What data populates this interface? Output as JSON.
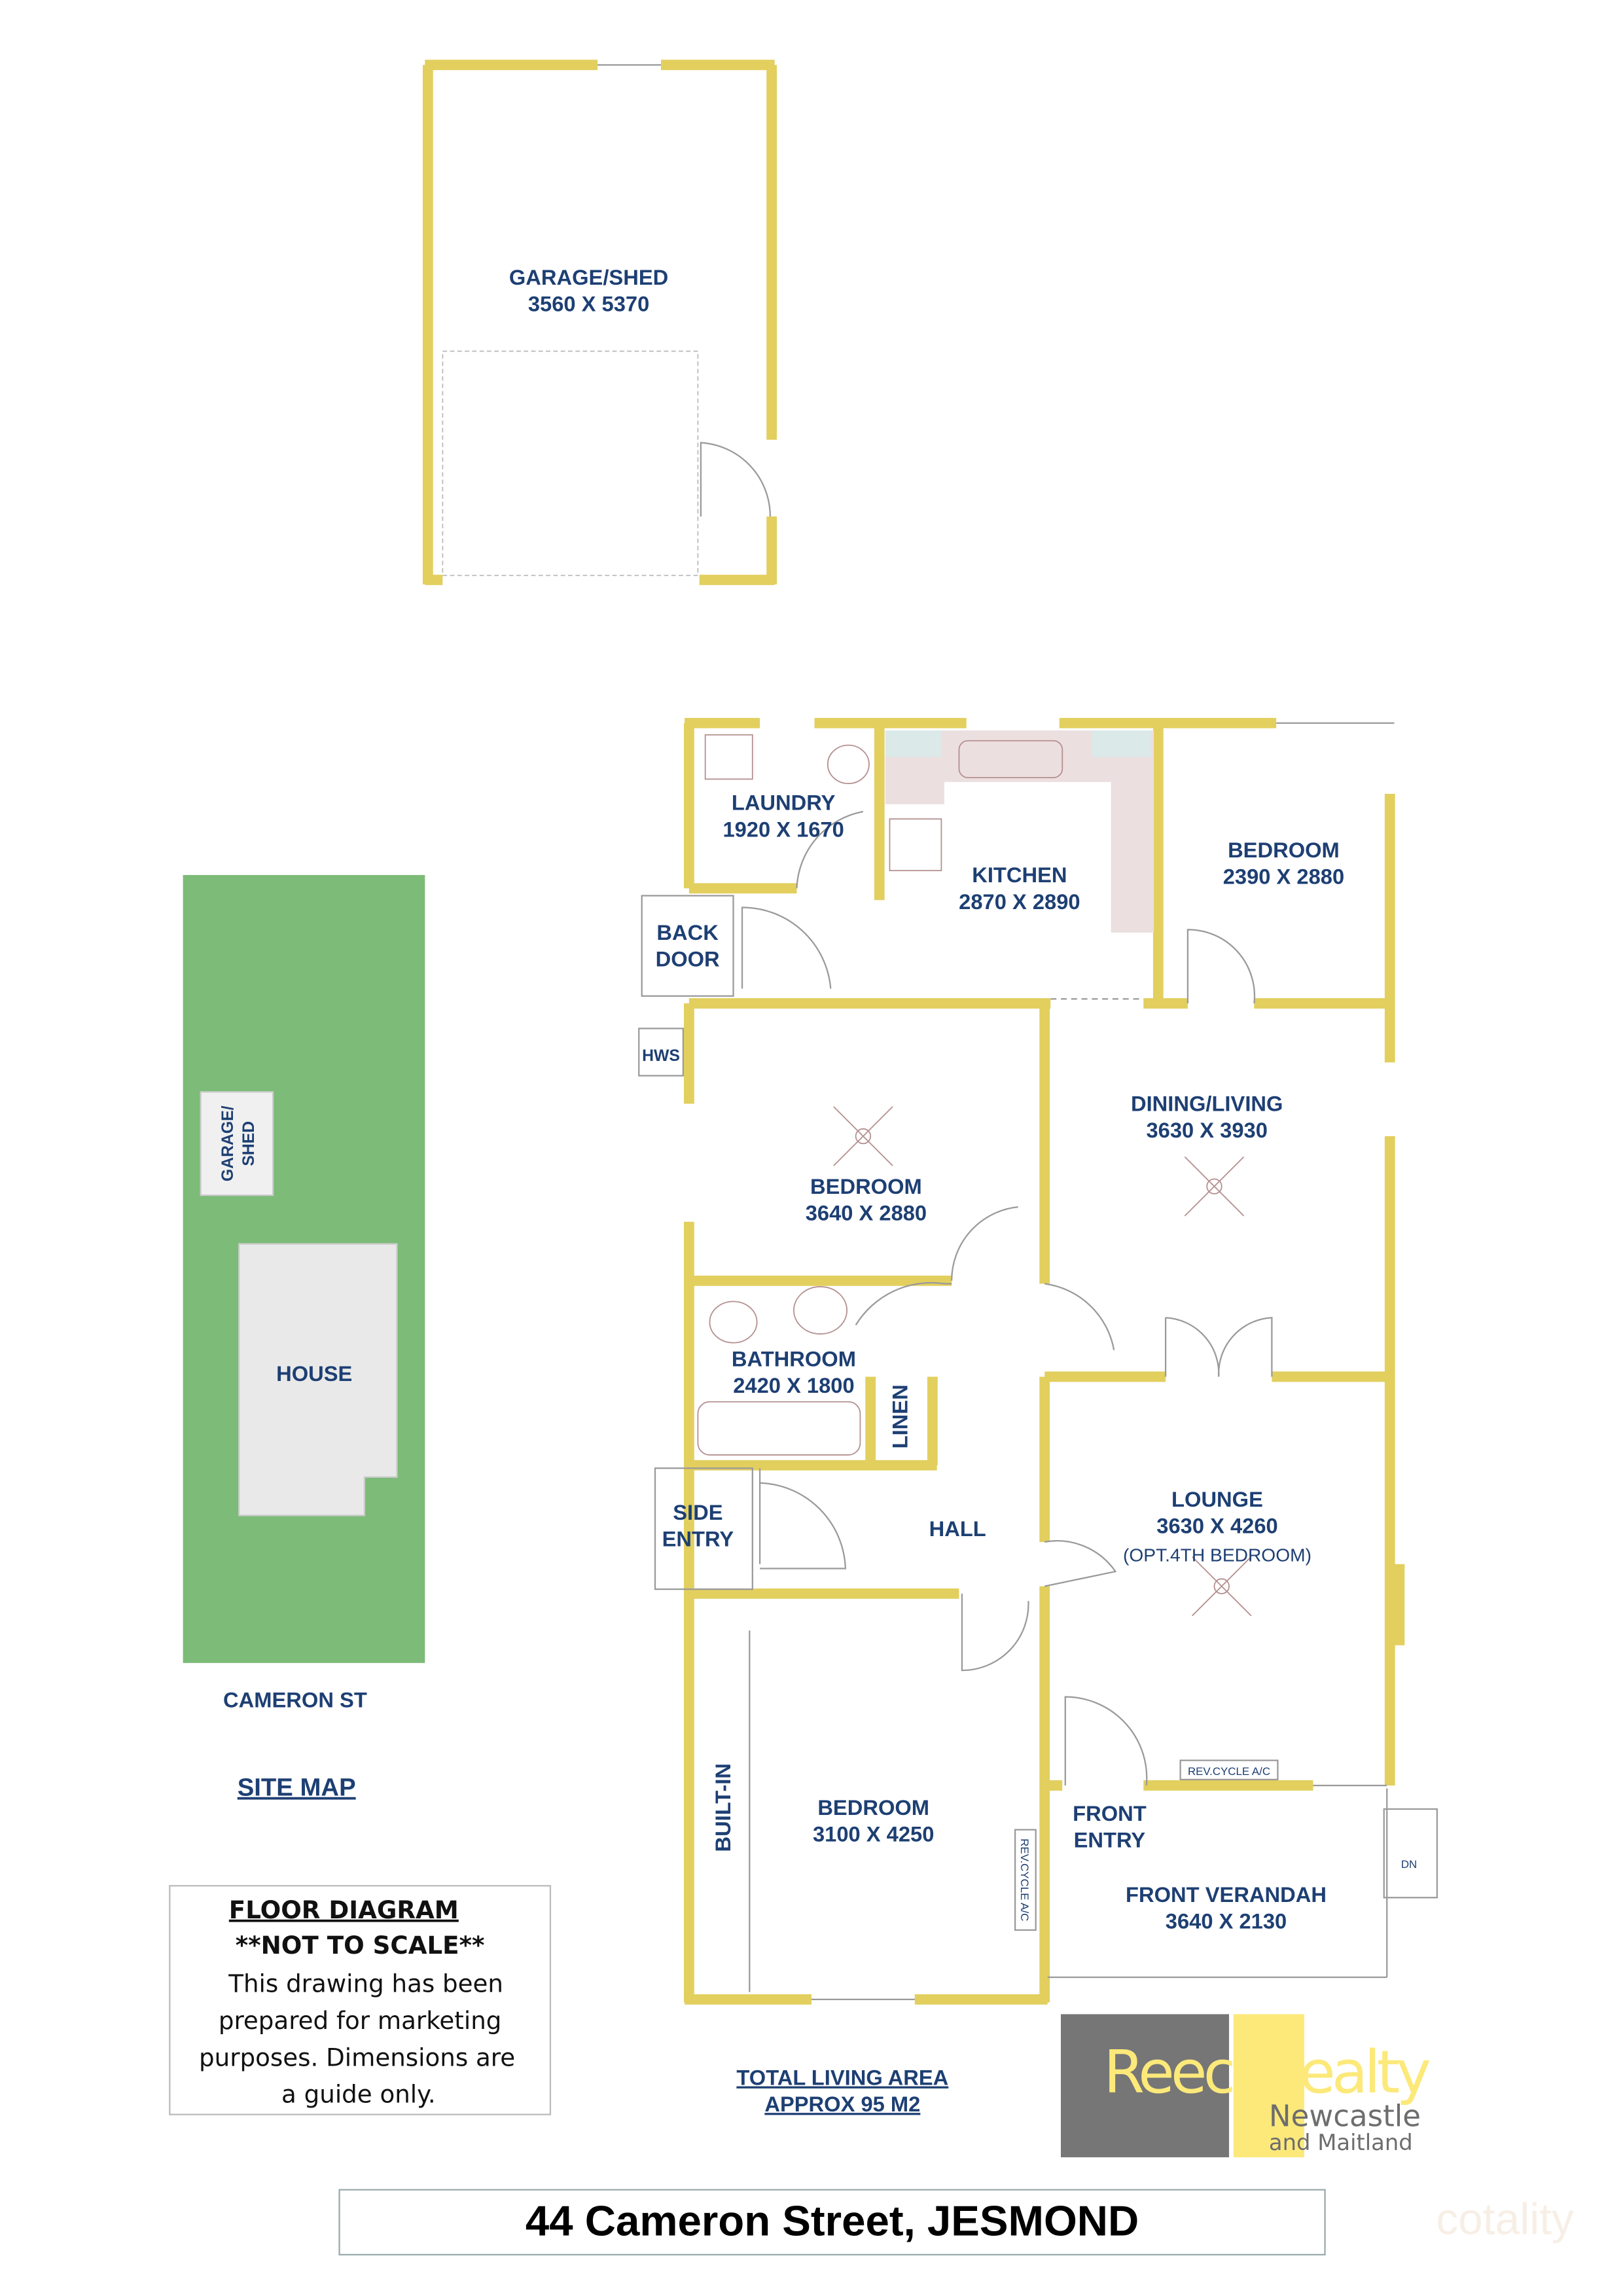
{
  "colors": {
    "wall": "#e2cf5e",
    "label": "#1d3f73",
    "site_green": "#7dbb78",
    "logo_gray": "#767676",
    "logo_yellow": "#fce97a"
  },
  "garage": {
    "name": "GARAGE/SHED",
    "dims": "3560 X 5370"
  },
  "rooms": [
    {
      "name": "LAUNDRY",
      "dims": "1920 X 1670"
    },
    {
      "name": "KITCHEN",
      "dims": "2870 X 2890"
    },
    {
      "name": "BEDROOM",
      "dims": "2390 X 2880"
    },
    {
      "name": "BACK",
      "dims": "DOOR"
    },
    {
      "name": "BEDROOM",
      "dims": "3640 X 2880"
    },
    {
      "name": "DINING/LIVING",
      "dims": "3630 X 3930"
    },
    {
      "name": "BATHROOM",
      "dims": "2420 X 1800"
    },
    {
      "name": "SIDE",
      "dims": "ENTRY"
    },
    {
      "name": "LOUNGE",
      "dims": "3630 X 4260",
      "note": "(OPT.4TH BEDROOM)"
    },
    {
      "name": "BEDROOM",
      "dims": "3100 X 4250"
    },
    {
      "name": "FRONT",
      "dims": "ENTRY"
    },
    {
      "name": "FRONT VERANDAH",
      "dims": "3640 X 2130"
    }
  ],
  "labels": {
    "hws": "HWS",
    "linen": "LINEN",
    "hall": "HALL",
    "built_in": "BUILT-IN",
    "ac1": "REV.CYCLE A/C",
    "ac2": "REV.CYCLE A/C",
    "dn": "DN"
  },
  "site_map": {
    "garage_label_1": "GARAGE/",
    "garage_label_2": "SHED",
    "house_label": "HOUSE",
    "street": "CAMERON ST",
    "title": "SITE MAP"
  },
  "disclaimer": {
    "title": "FLOOR  DIAGRAM",
    "subtitle": "**NOT  TO  SCALE**",
    "lines": [
      "This drawing has been",
      "prepared for marketing",
      "purposes. Dimensions are",
      "a guide only."
    ]
  },
  "total_area": {
    "line1": "TOTAL LIVING AREA",
    "line2": "APPROX 95 M2"
  },
  "logo": {
    "brand": "ReeceRealty",
    "line1": "Newcastle",
    "line2": "and Maitland"
  },
  "address": "44 Cameron Street, JESMOND",
  "watermark": "cotality"
}
